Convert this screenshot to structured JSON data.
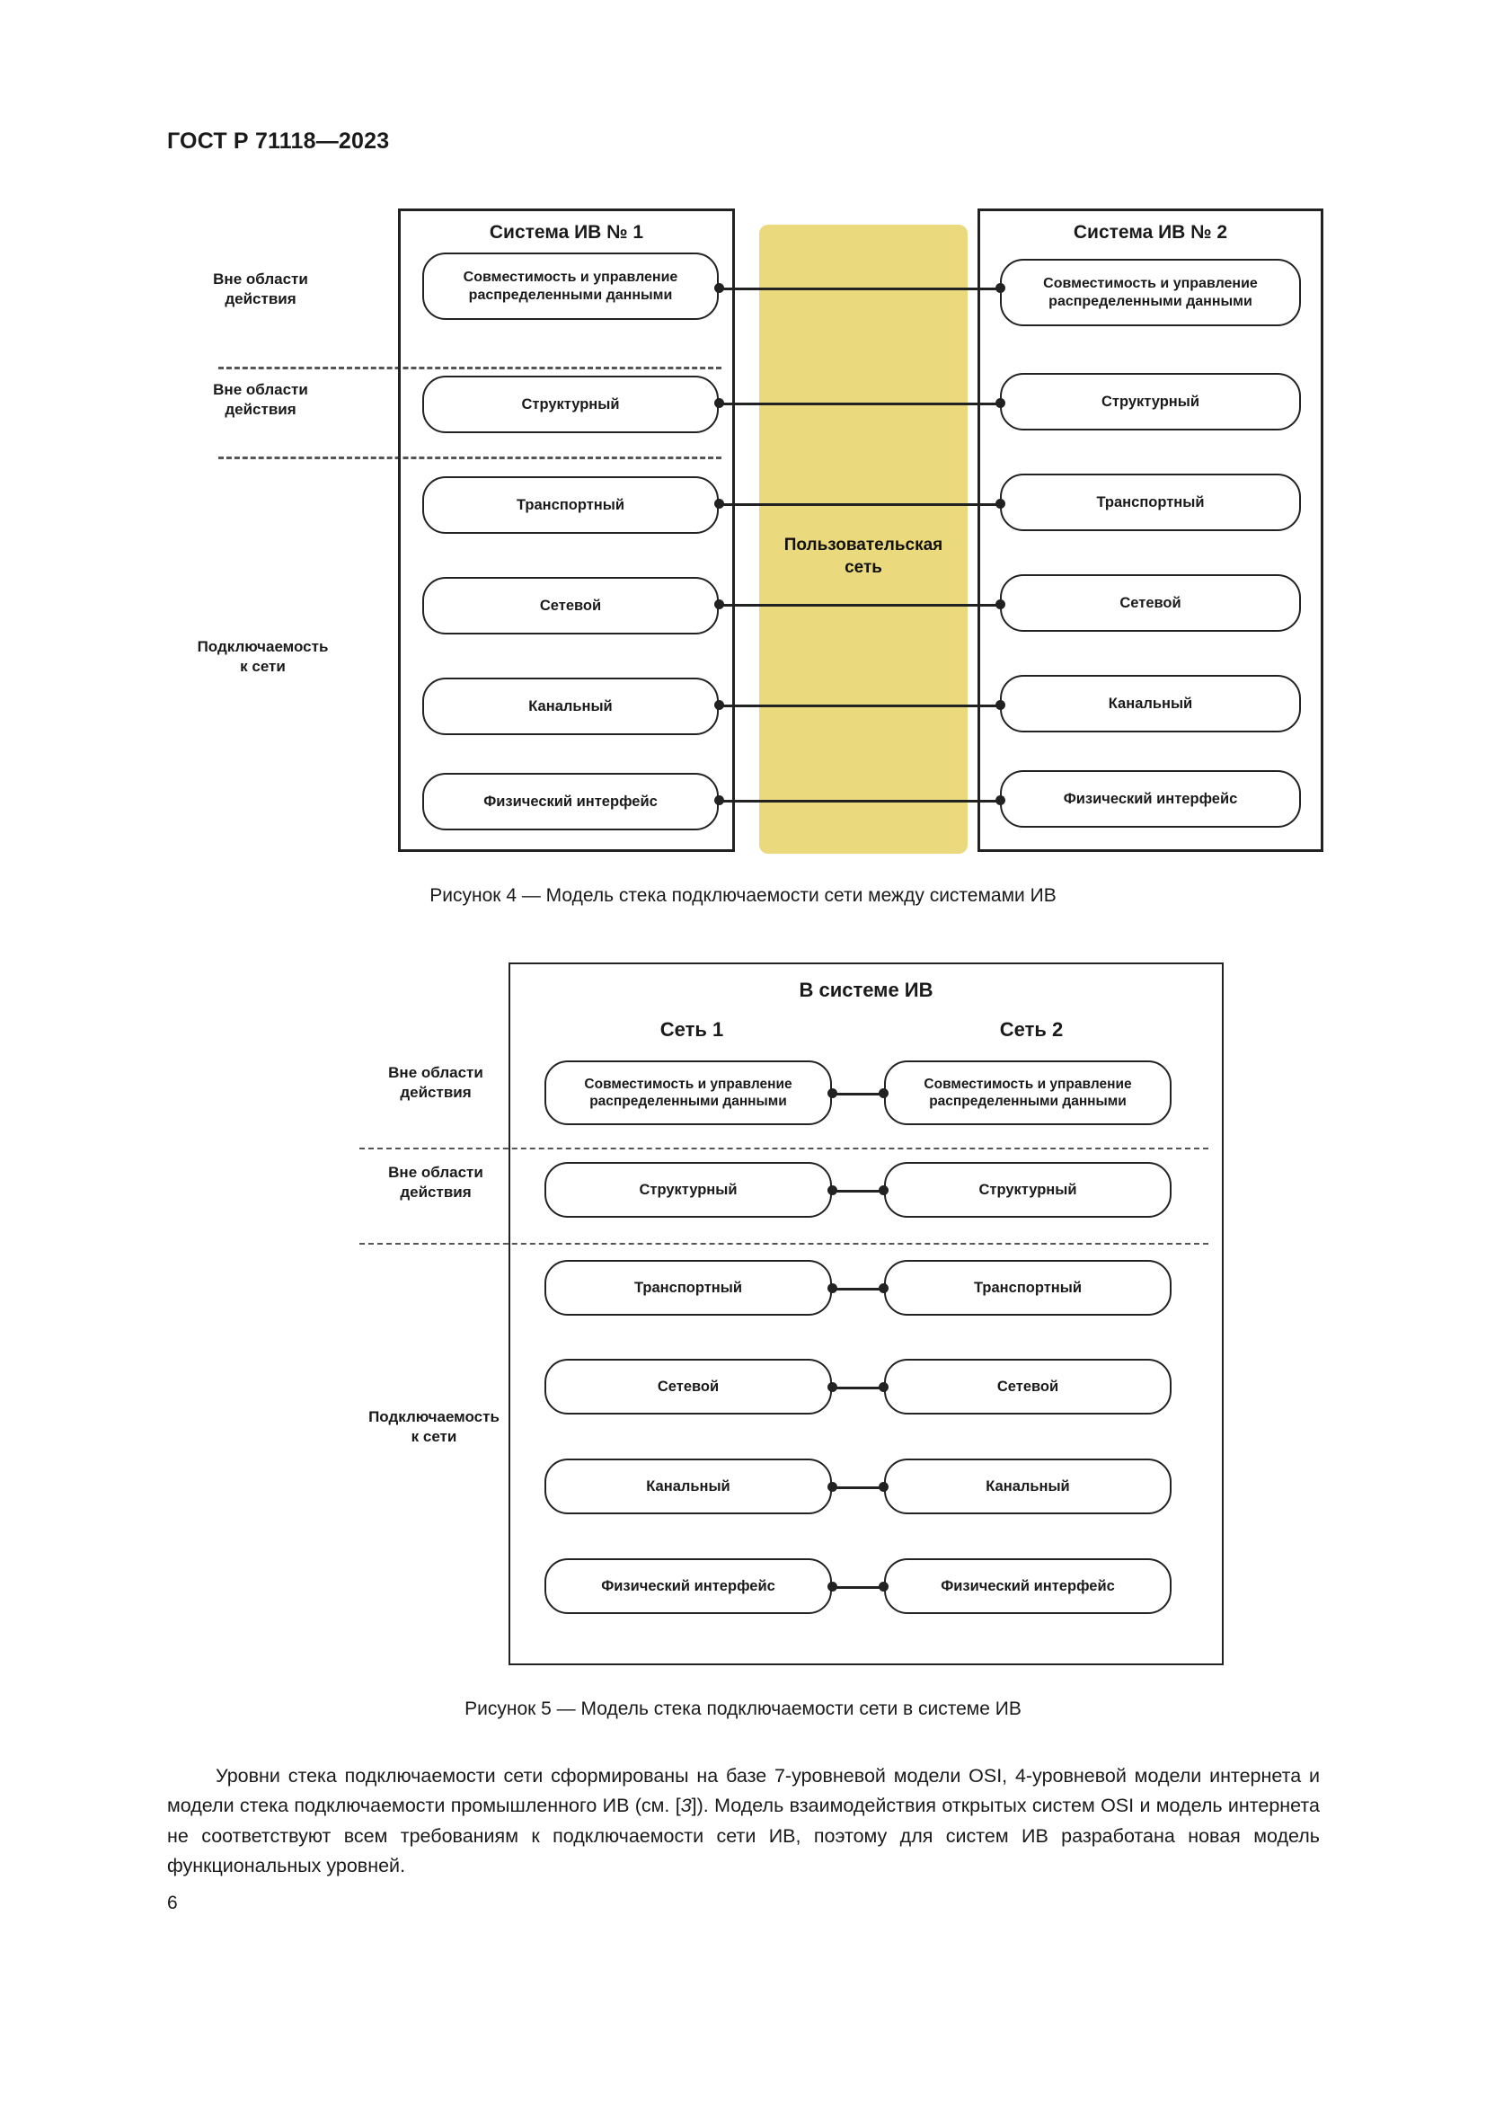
{
  "document": {
    "header": "ГОСТ Р 71118—2023",
    "page_number": "6"
  },
  "figure4": {
    "caption": "Рисунок 4 — Модель стека подключаемости сети между системами ИВ",
    "system_left_title": "Система ИВ № 1",
    "system_right_title": "Система ИВ № 2",
    "middle_label_line1": "Пользовательская",
    "middle_label_line2": "сеть",
    "middle_color": "#ead97d",
    "side_labels": [
      {
        "line1": "Вне области",
        "line2": "действия"
      },
      {
        "line1": "Вне области",
        "line2": "действия"
      },
      {
        "line1": "Подключаемость",
        "line2": "к сети"
      }
    ],
    "layers": [
      {
        "line1": "Совместимость и управление",
        "line2": "распределенными данными"
      },
      {
        "line1": "Структурный",
        "line2": ""
      },
      {
        "line1": "Транспортный",
        "line2": ""
      },
      {
        "line1": "Сетевой",
        "line2": ""
      },
      {
        "line1": "Канальный",
        "line2": ""
      },
      {
        "line1": "Физический интерфейс",
        "line2": ""
      }
    ]
  },
  "figure5": {
    "caption": "Рисунок 5 — Модель стека подключаемости сети в системе ИВ",
    "frame_title": "В системе ИВ",
    "column_left_title": "Сеть 1",
    "column_right_title": "Сеть 2",
    "side_labels": [
      {
        "line1": "Вне области",
        "line2": "действия"
      },
      {
        "line1": "Вне области",
        "line2": "действия"
      },
      {
        "line1": "Подключаемость",
        "line2": "к сети"
      }
    ],
    "layers": [
      {
        "line1": "Совместимость и управление",
        "line2": "распределенными данными"
      },
      {
        "line1": "Структурный",
        "line2": ""
      },
      {
        "line1": "Транспортный",
        "line2": ""
      },
      {
        "line1": "Сетевой",
        "line2": ""
      },
      {
        "line1": "Канальный",
        "line2": ""
      },
      {
        "line1": "Физический интерфейс",
        "line2": ""
      }
    ]
  },
  "body": {
    "paragraph_part1": "Уровни стека подключаемости сети сформированы на базе 7-уровневой модели OSI, 4-уровневой модели интернета и модели стека подключаемости промышленного ИВ (см. [",
    "paragraph_ref": "3",
    "paragraph_part2": "]). Модель взаимодействия открытых систем OSI и модель интернета не соответствуют всем требованиям к подключаемости сети ИВ, поэтому для систем ИВ разработана новая модель функциональных уровней."
  }
}
